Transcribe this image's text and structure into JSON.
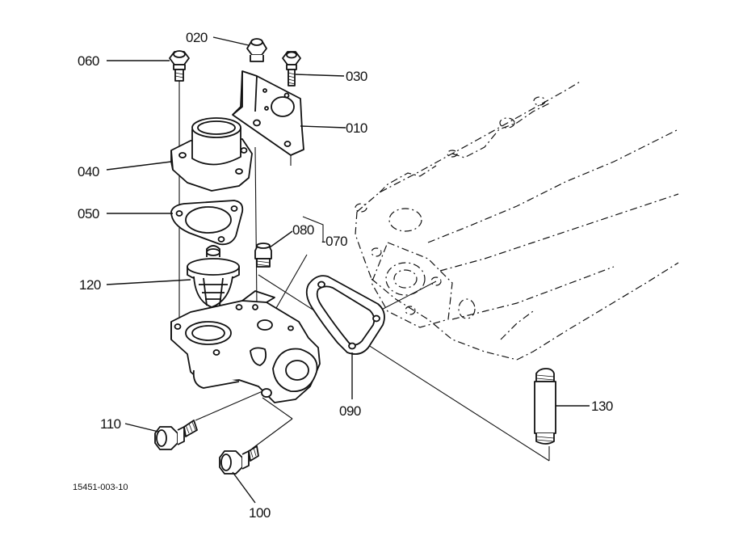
{
  "diagram": {
    "labels": {
      "l010": "010",
      "l020": "020",
      "l030": "030",
      "l040": "040",
      "l050": "050",
      "l060": "060",
      "l070": "-070",
      "l080": "080",
      "l090": "090",
      "l100": "100",
      "l110": "110",
      "l120": "120",
      "l130": "130"
    },
    "drawing_number": "15451-003-10"
  }
}
